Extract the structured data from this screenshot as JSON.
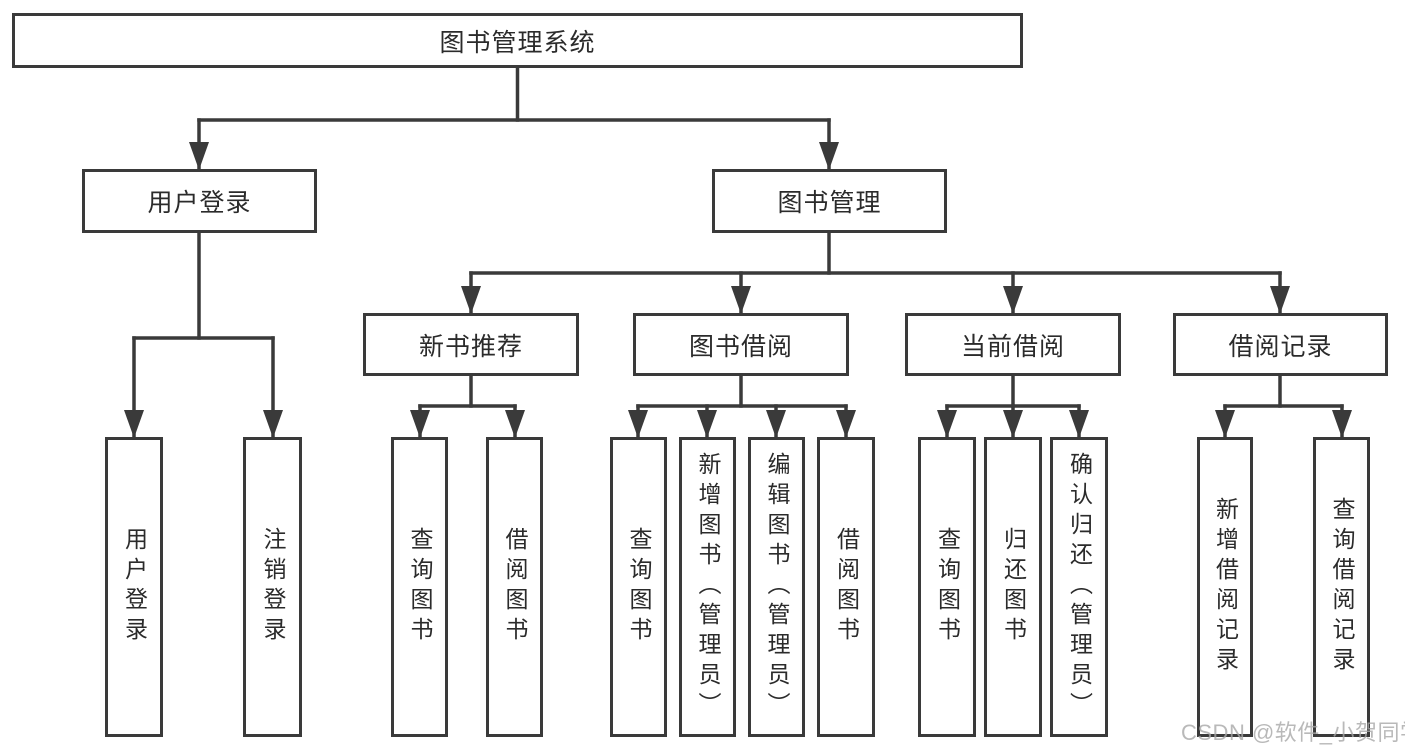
{
  "diagram": {
    "root": {
      "label": "图书管理系统",
      "children": [
        {
          "label": "用户登录",
          "children": [
            {
              "label": "用户登录"
            },
            {
              "label": "注销登录"
            }
          ]
        },
        {
          "label": "图书管理",
          "children": [
            {
              "label": "新书推荐",
              "children": [
                {
                  "label": "查询图书"
                },
                {
                  "label": "借阅图书"
                }
              ]
            },
            {
              "label": "图书借阅",
              "children": [
                {
                  "label": "查询图书"
                },
                {
                  "label": "新增图书（管理员）"
                },
                {
                  "label": "编辑图书（管理员）"
                },
                {
                  "label": "借阅图书"
                }
              ]
            },
            {
              "label": "当前借阅",
              "children": [
                {
                  "label": "查询图书"
                },
                {
                  "label": "归还图书"
                },
                {
                  "label": "确认归还（管理员）"
                }
              ]
            },
            {
              "label": "借阅记录",
              "children": [
                {
                  "label": "新增借阅记录"
                },
                {
                  "label": "查询借阅记录"
                }
              ]
            }
          ]
        }
      ]
    }
  },
  "watermark": {
    "text": "CSDN @软件_小贺同学"
  },
  "colors": {
    "line": "#3a3a3a",
    "box_border": "#3a3a3a",
    "text": "#2b2b2b",
    "watermark": "#a7a7a7",
    "background": "#ffffff"
  }
}
